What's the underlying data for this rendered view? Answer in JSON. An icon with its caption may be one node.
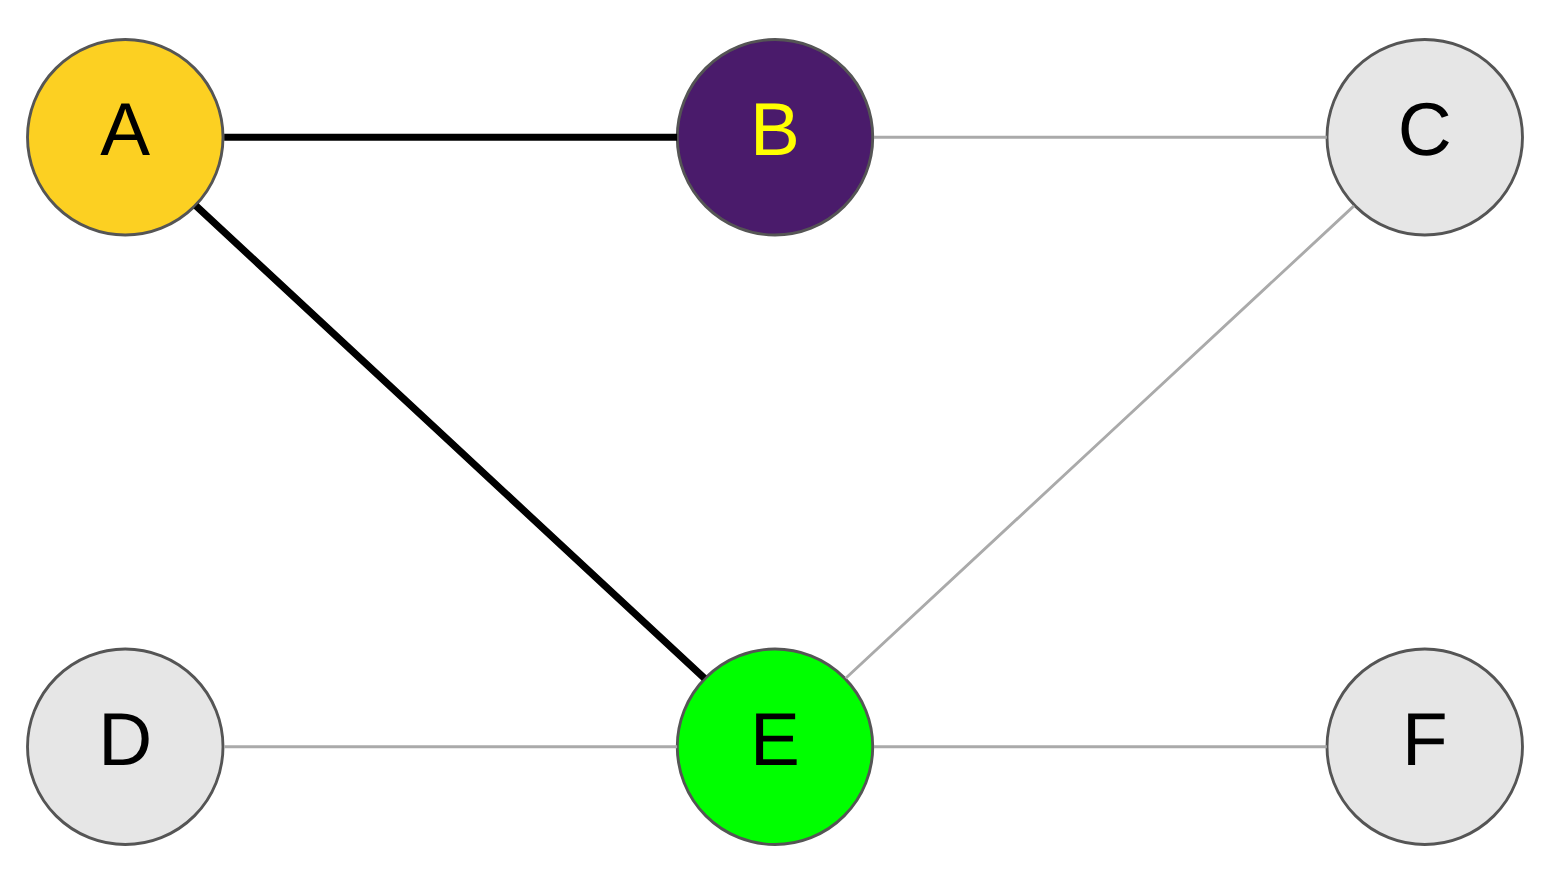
{
  "diagram": {
    "nodes": [
      {
        "text": [
          "A"
        ]
      },
      {
        "text": [
          "B"
        ]
      },
      {
        "text": [
          "C"
        ]
      },
      {
        "text": [
          "D"
        ]
      },
      {
        "text": [
          "E"
        ]
      },
      {
        "text": [
          "F"
        ]
      }
    ],
    "edges": [
      {
        "from": 0,
        "to": 1,
        "arrow": "none",
        "style": "thick",
        "color": "#000000"
      },
      {
        "from": 0,
        "to": 4,
        "arrow": "none",
        "style": "thick",
        "color": "#000000"
      },
      {
        "from": 1,
        "to": 2,
        "arrow": "none"
      },
      {
        "from": 2,
        "to": 4,
        "arrow": "none"
      },
      {
        "from": 3,
        "to": 4,
        "arrow": "none"
      },
      {
        "from": 4,
        "to": 5,
        "arrow": "none"
      }
    ]
  }
}
